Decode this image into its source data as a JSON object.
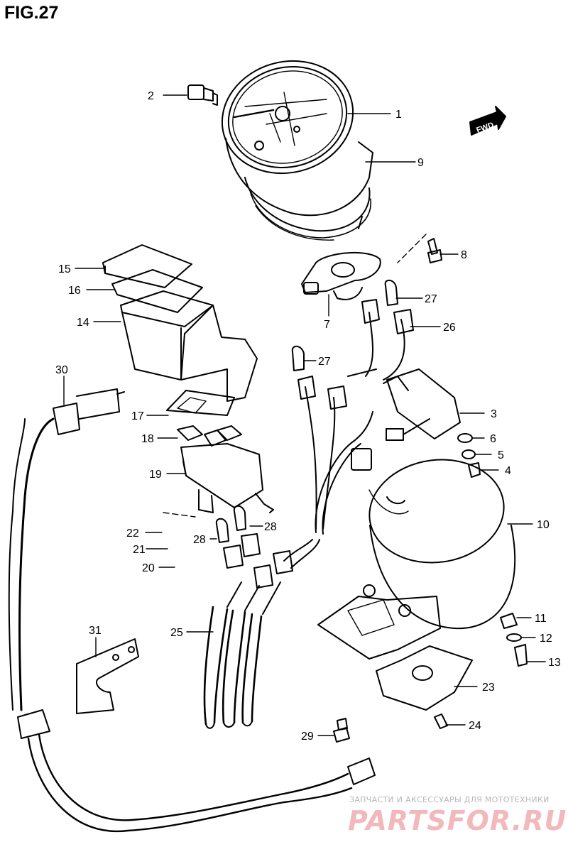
{
  "figure": {
    "title": "FIG.27"
  },
  "direction_badge": {
    "label": "FWD"
  },
  "callouts": [
    {
      "id": "1"
    },
    {
      "id": "2"
    },
    {
      "id": "3"
    },
    {
      "id": "4"
    },
    {
      "id": "5"
    },
    {
      "id": "6"
    },
    {
      "id": "7"
    },
    {
      "id": "8"
    },
    {
      "id": "9"
    },
    {
      "id": "10"
    },
    {
      "id": "11"
    },
    {
      "id": "12"
    },
    {
      "id": "13"
    },
    {
      "id": "14"
    },
    {
      "id": "15"
    },
    {
      "id": "16"
    },
    {
      "id": "17"
    },
    {
      "id": "18"
    },
    {
      "id": "19"
    },
    {
      "id": "20"
    },
    {
      "id": "21"
    },
    {
      "id": "22"
    },
    {
      "id": "23"
    },
    {
      "id": "24"
    },
    {
      "id": "25"
    },
    {
      "id": "26"
    },
    {
      "id": "27"
    },
    {
      "id": "27"
    },
    {
      "id": "28"
    },
    {
      "id": "28"
    },
    {
      "id": "29"
    },
    {
      "id": "30"
    },
    {
      "id": "31"
    }
  ],
  "watermark": {
    "caption": "ЗАПЧАСТИ И АКСЕССУАРЫ ДЛЯ МОТОТЕХНИКИ",
    "logo": "PARTSFOR.RU"
  },
  "colors": {
    "line": "#000000",
    "watermark_caption": "#b7b7b7",
    "watermark_logo": "#f2b9bc"
  }
}
